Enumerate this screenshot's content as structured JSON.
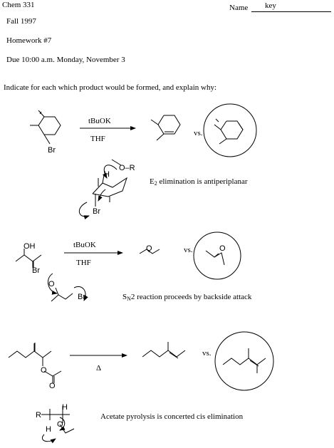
{
  "header": {
    "course": "Chem 331",
    "term": "Fall  1997",
    "assignment": "Homework #7",
    "due": "Due 10:00 a.m. Monday,  November 3",
    "name_label": "Name",
    "name_value": "key"
  },
  "instructions": "Indicate for each which product would be formed, and explain why:",
  "problem1": {
    "reagent": "tBuOK",
    "solvent": "THF",
    "vs": "vs.",
    "label_br": "Br",
    "label_h": "H",
    "label_or": "O–R",
    "note_pre": "E",
    "note_sub": "2",
    "note_post": " elimination is antiperiplanar"
  },
  "problem2": {
    "reagent": "tBuOK",
    "solvent": "THF",
    "vs": "vs.",
    "label_oh": "OH",
    "label_br": "Br",
    "label_o": "O",
    "note_pre": "S",
    "note_sub": "N",
    "note_post": "2 reaction proceeds by backside attack"
  },
  "problem3": {
    "reagent": "Δ",
    "vs": "vs.",
    "label_o": "O",
    "label_r": "R",
    "label_h": "H",
    "note": "Acetate pyrolysis is concerted cis elimination"
  }
}
